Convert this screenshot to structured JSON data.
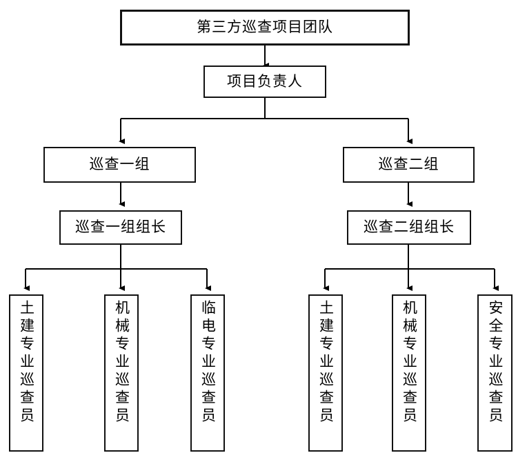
{
  "diagram": {
    "type": "organization-chart",
    "orientation": "top-down",
    "title_node": "第三方巡查项目团队",
    "colors": {
      "background": "#ffffff",
      "box_border": "#111111",
      "box_fill": "#ffffff",
      "connector": "#000000",
      "text": "#000000"
    },
    "nodes": {
      "root": "第三方巡查项目团队",
      "manager": "项目负责人",
      "group1": "巡查一组",
      "group2": "巡查二组",
      "group1_leader": "巡查一组组长",
      "group2_leader": "巡查二组组长",
      "g1_member1": "土建专业巡查员",
      "g1_member2": "机械专业巡查员",
      "g1_member3": "临电专业巡查员",
      "g2_member1": "土建专业巡查员",
      "g2_member2": "机械专业巡查员",
      "g2_member3": "安全专业巡查员"
    },
    "edges": [
      {
        "from": "root",
        "to": "manager"
      },
      {
        "from": "manager",
        "to": "group1"
      },
      {
        "from": "manager",
        "to": "group2"
      },
      {
        "from": "group1",
        "to": "group1_leader"
      },
      {
        "from": "group2",
        "to": "group2_leader"
      },
      {
        "from": "group1_leader",
        "to": "g1_member1"
      },
      {
        "from": "group1_leader",
        "to": "g1_member2"
      },
      {
        "from": "group1_leader",
        "to": "g1_member3"
      },
      {
        "from": "group2_leader",
        "to": "g2_member1"
      },
      {
        "from": "group2_leader",
        "to": "g2_member2"
      },
      {
        "from": "group2_leader",
        "to": "g2_member3"
      }
    ]
  }
}
